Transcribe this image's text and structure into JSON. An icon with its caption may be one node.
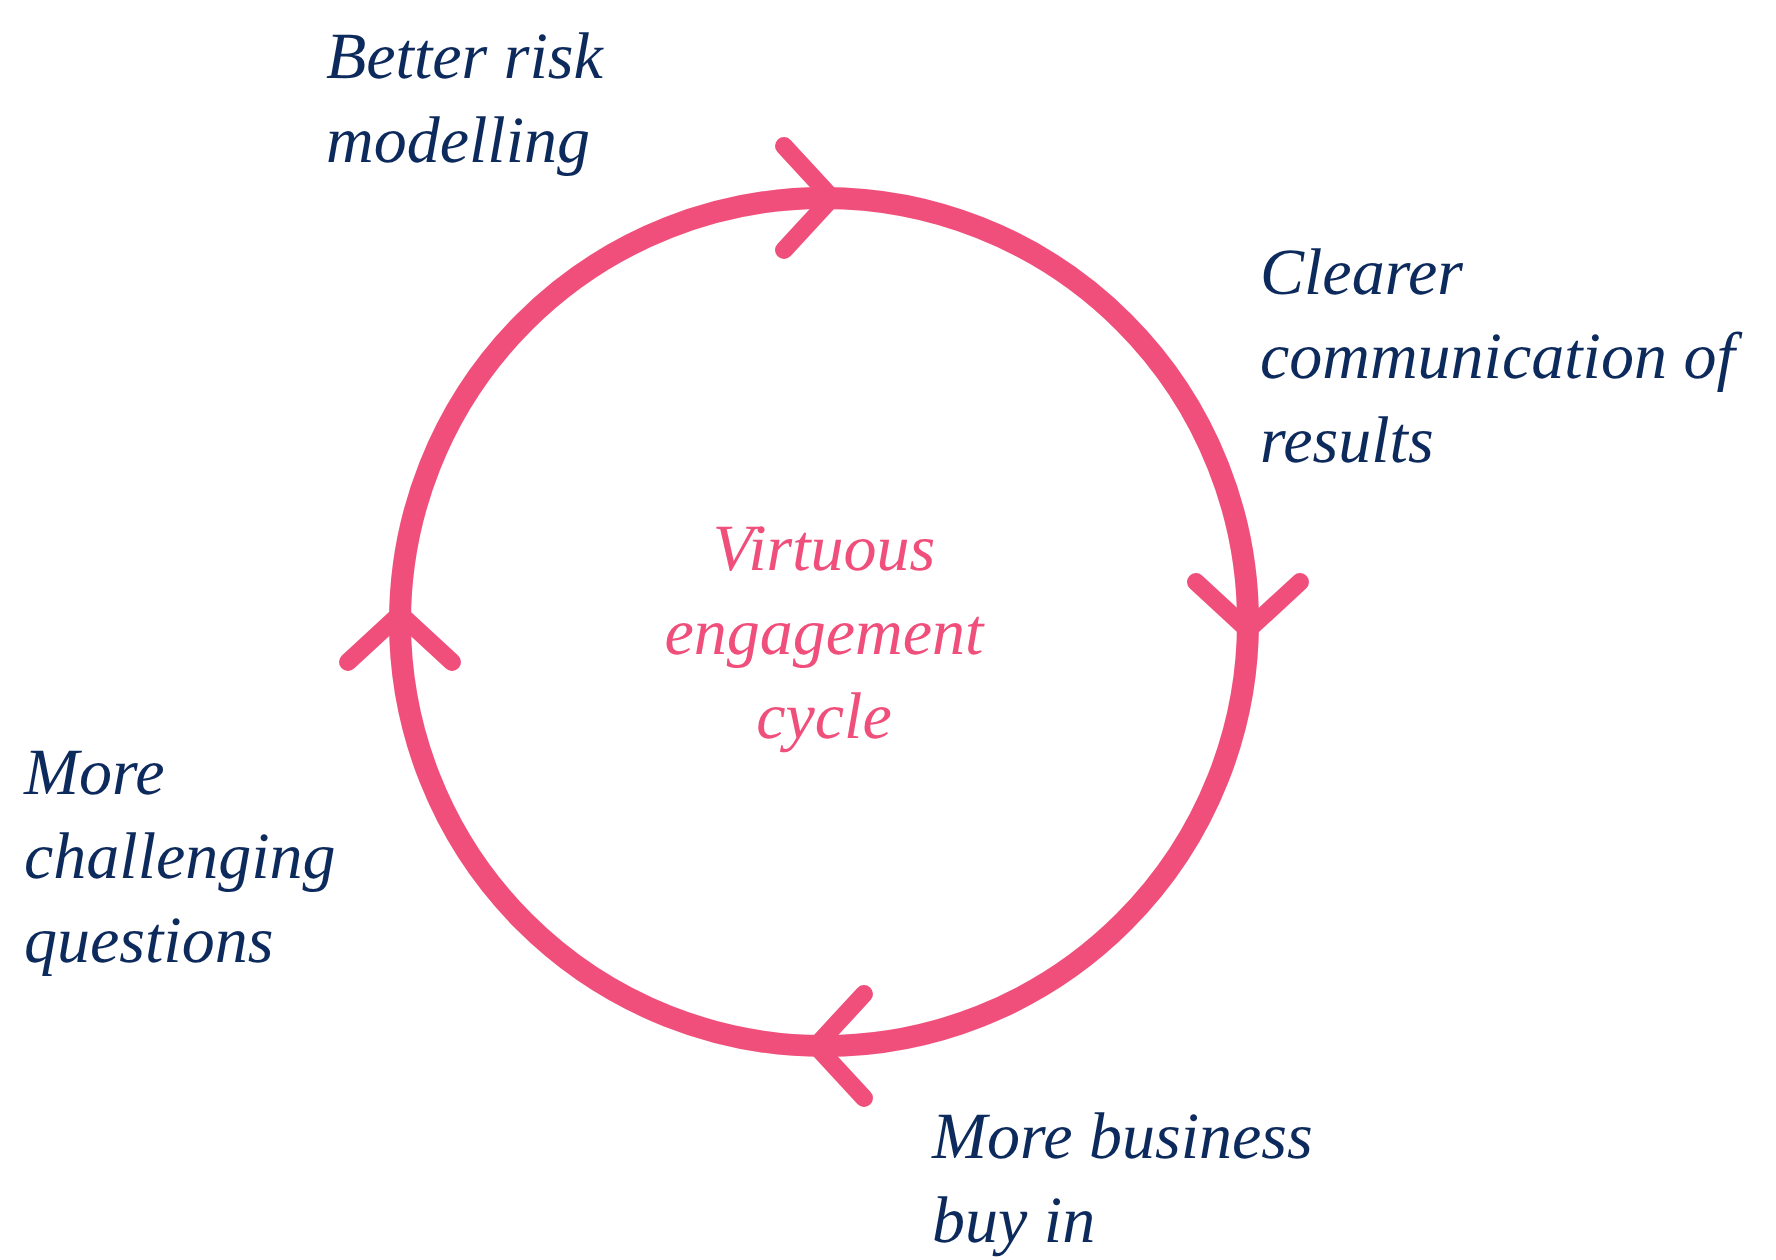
{
  "diagram": {
    "labels": [
      "Better risk modelling",
      "Clearer communication of results",
      "Virtuous engagement cycle",
      "More challenging questions",
      "More business buy in"
    ]
  }
}
